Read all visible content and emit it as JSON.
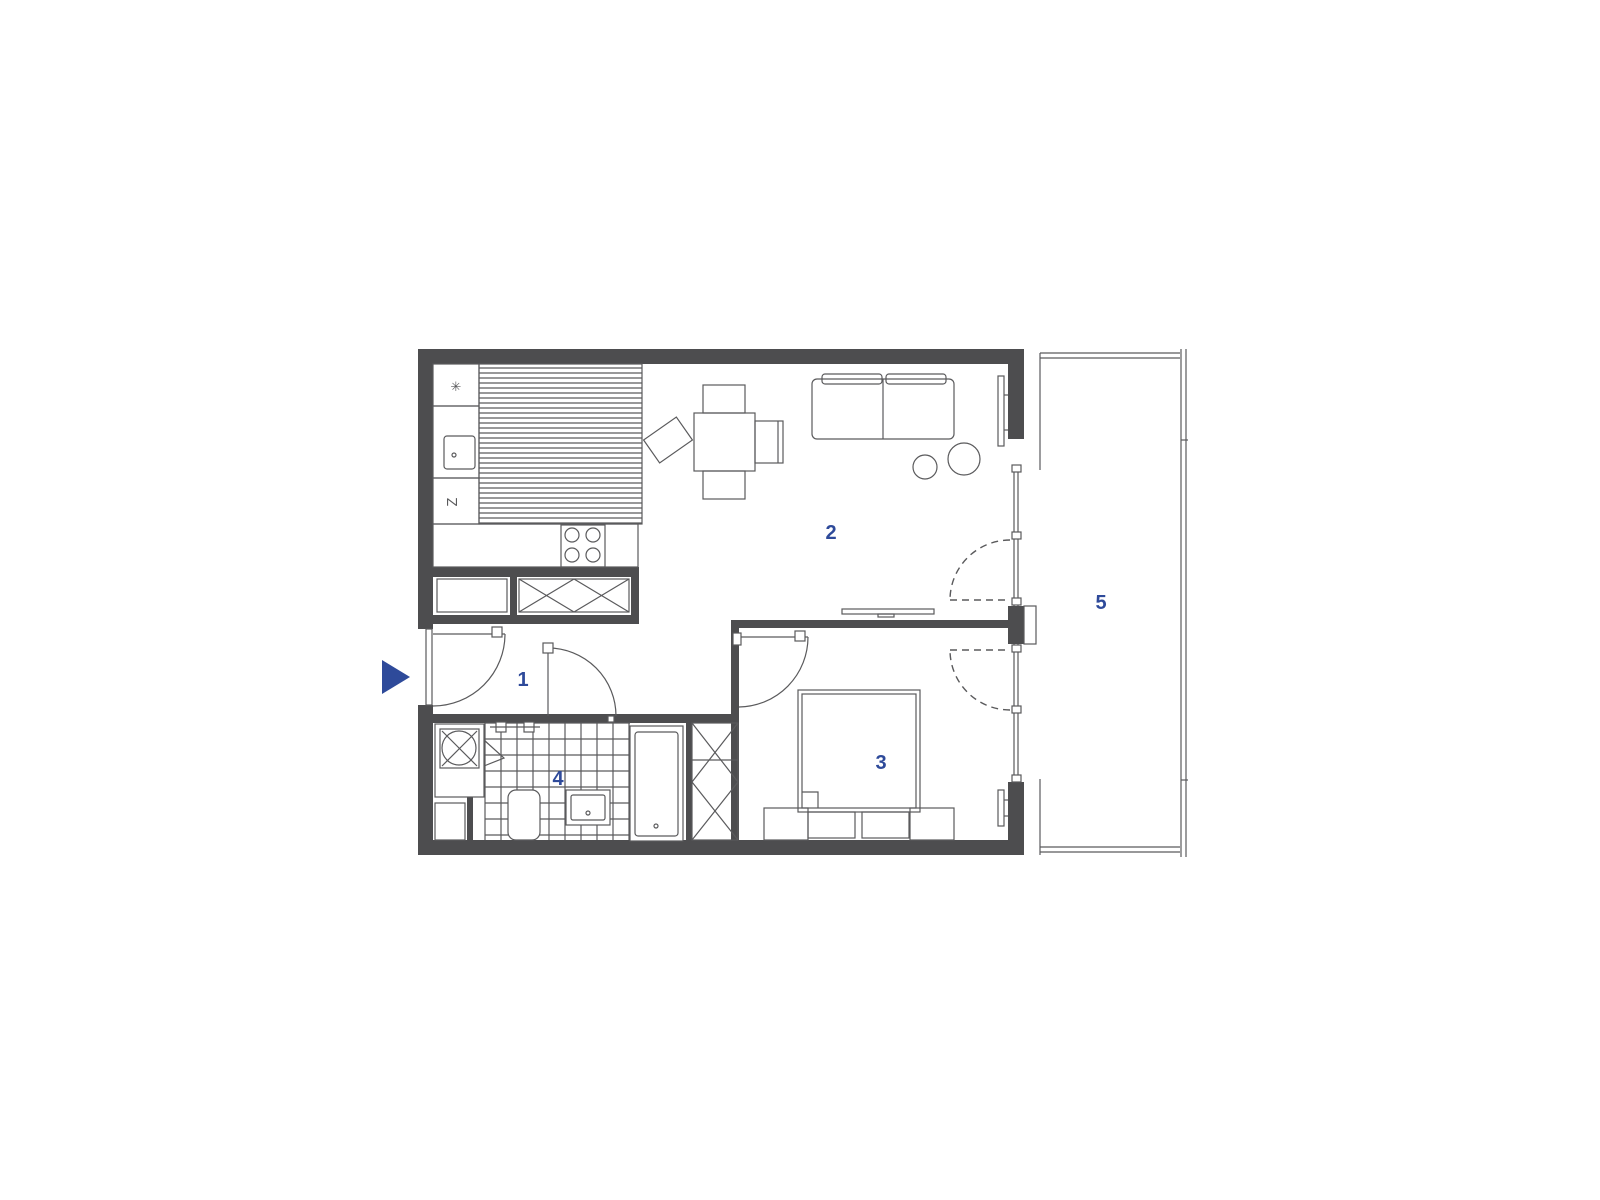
{
  "rooms": {
    "entrance_hall": "1",
    "living_kitchen": "2",
    "bedroom": "3",
    "bathroom": "4",
    "balcony": "5"
  },
  "appliances": {
    "freezer_symbol": "✳",
    "fridge_symbol": "Z"
  },
  "colors": {
    "wall": "#4d4d4f",
    "line": "#5a5a5c",
    "label": "#2e4a9a",
    "entrance_arrow": "#2e4a9a"
  },
  "icons": {
    "entrance": "entrance-arrow-icon"
  }
}
